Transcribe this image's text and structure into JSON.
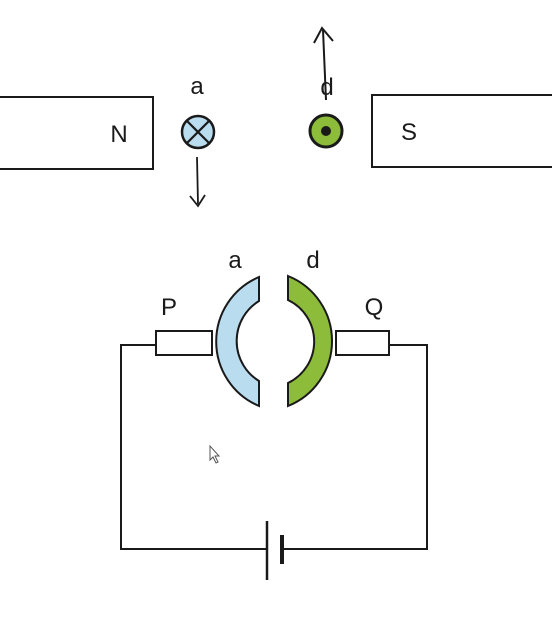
{
  "magnets": {
    "north_label": "N",
    "south_label": "S"
  },
  "wires_top": {
    "a_label": "a",
    "d_label": "d"
  },
  "commutator": {
    "a_label": "a",
    "d_label": "d",
    "brush_p_label": "P",
    "brush_q_label": "Q"
  },
  "colors": {
    "segment_a": "#b9dcee",
    "segment_d": "#8dbb3a",
    "line": "#1a1a1a",
    "background": "#ffffff"
  },
  "icons": {
    "a_wire": "current-into-page-icon",
    "d_wire": "current-out-of-page-icon",
    "a_force": "arrow-down-icon",
    "d_force": "arrow-up-icon",
    "battery": "battery-icon",
    "cursor": "mouse-pointer-icon"
  }
}
